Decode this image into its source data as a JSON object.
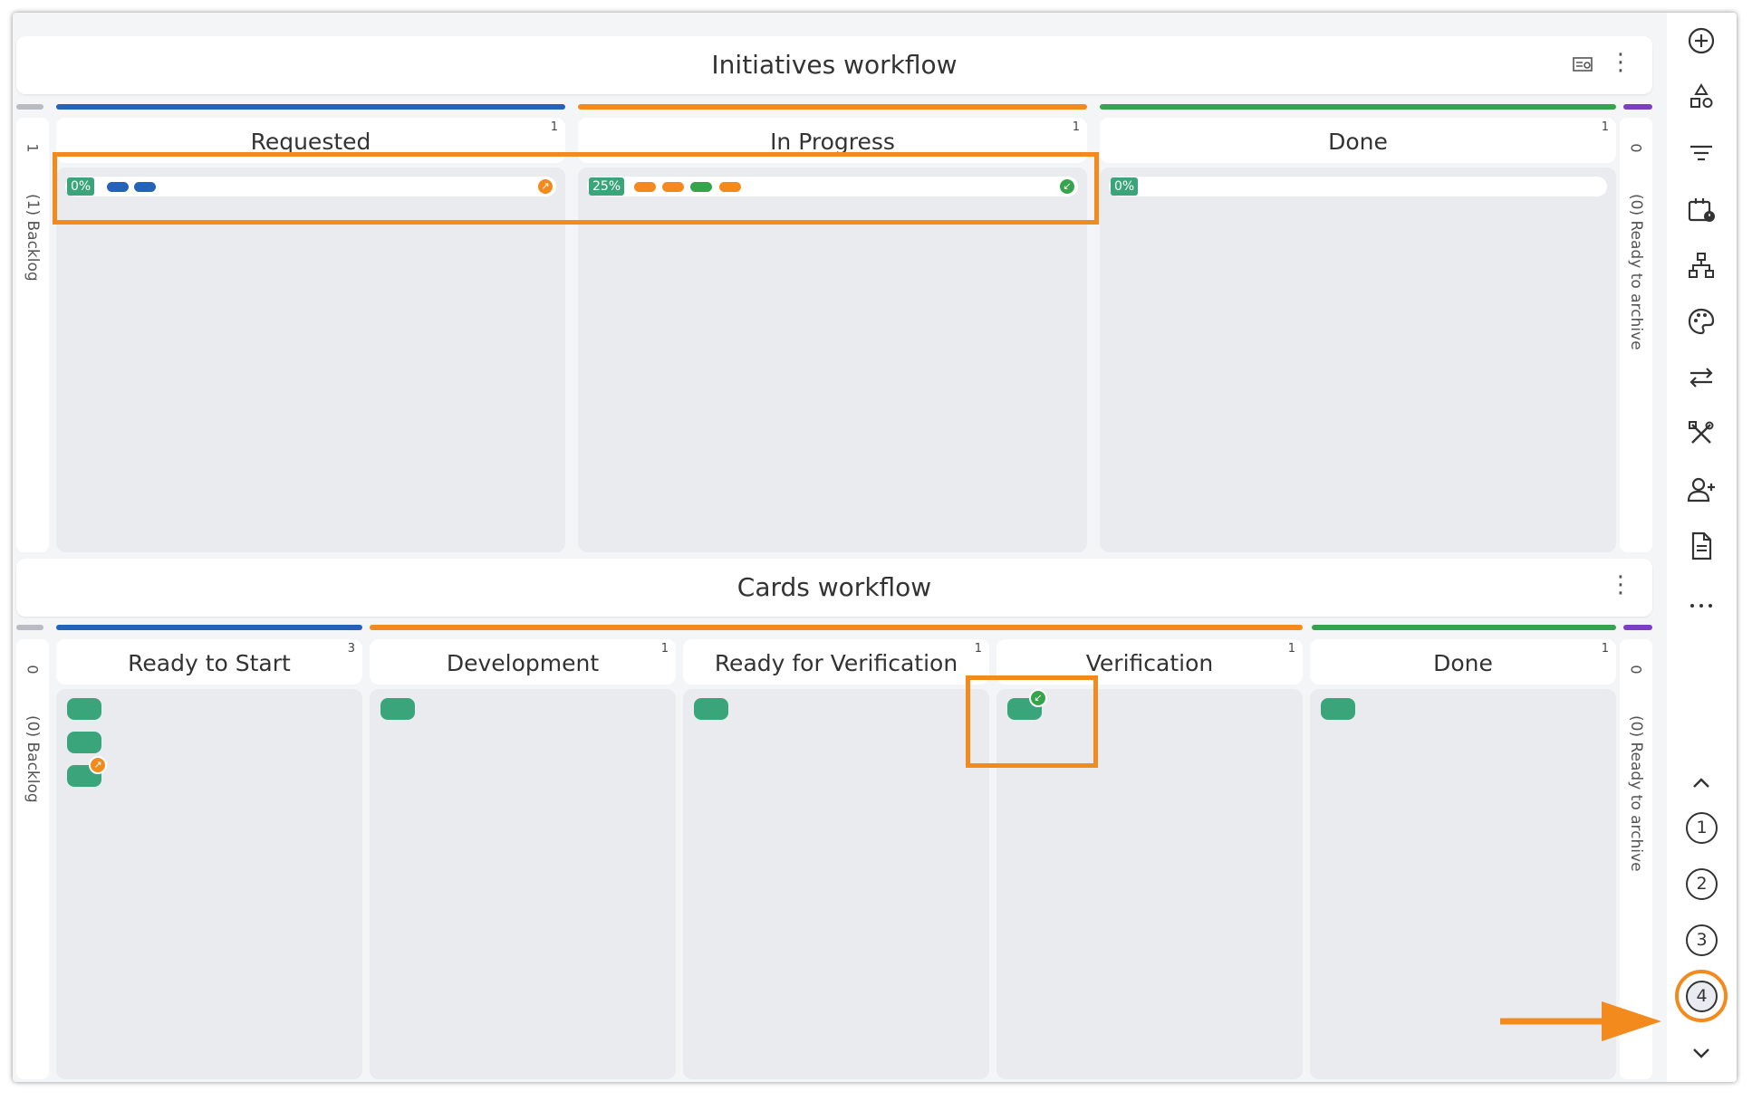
{
  "initiatives": {
    "title": "Initiatives workflow",
    "left_count": "1",
    "left_label": "(1) Backlog",
    "right_count": "0",
    "right_label": "(0) Ready to archive",
    "columns": [
      {
        "name": "Requested",
        "count": "1",
        "progress": "0%"
      },
      {
        "name": "In Progress",
        "count": "1",
        "progress": "25%"
      },
      {
        "name": "Done",
        "count": "1",
        "progress": "0%"
      }
    ]
  },
  "cards": {
    "title": "Cards workflow",
    "left_count": "0",
    "left_label": "(0) Backlog",
    "right_count": "0",
    "right_label": "(0) Ready to archive",
    "columns": [
      {
        "name": "Ready to Start",
        "count": "3"
      },
      {
        "name": "Development",
        "count": "1"
      },
      {
        "name": "Ready for Verification",
        "count": "1"
      },
      {
        "name": "Verification",
        "count": "1"
      },
      {
        "name": "Done",
        "count": "1"
      }
    ]
  },
  "rail": {
    "icons": [
      "add-icon",
      "shapes-icon",
      "filter-icon",
      "calendar-clock-icon",
      "hierarchy-icon",
      "palette-icon",
      "swap-icon",
      "tools-icon",
      "add-user-icon",
      "document-icon",
      "more-icon",
      "chevron-up-icon",
      "chevron-down-icon"
    ],
    "levels": [
      "1",
      "2",
      "3",
      "4"
    ]
  },
  "colors": {
    "blue": "#2563b8",
    "orange": "#f28a1e",
    "green": "#35a44c",
    "purple": "#7b3fbf",
    "grey": "#b8bcc2",
    "card_green": "#3aa57b",
    "highlight": "#f28a1e"
  }
}
